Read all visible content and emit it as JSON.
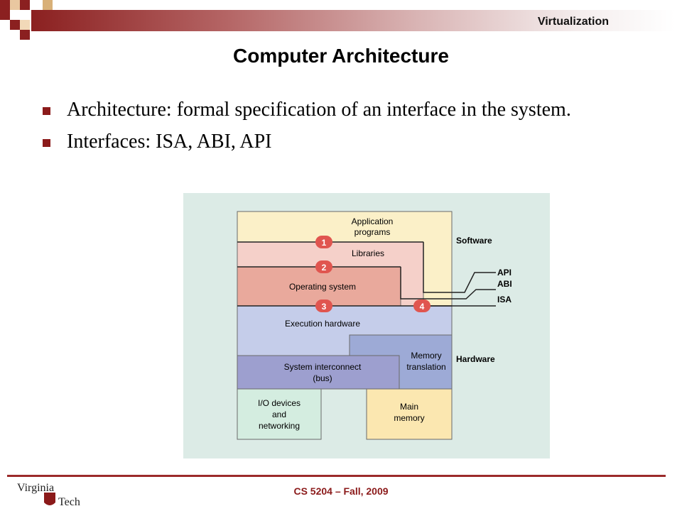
{
  "header": {
    "section_label": "Virtualization",
    "title": "Computer Architecture"
  },
  "bullets": [
    "Architecture: formal specification of an interface in the system.",
    "Interfaces: ISA, ABI, API"
  ],
  "diagram": {
    "layers": {
      "application": [
        "Application",
        "programs"
      ],
      "libraries": "Libraries",
      "operating_system": "Operating system",
      "execution": "Execution hardware",
      "memory_translation": [
        "Memory",
        "translation"
      ],
      "system_interconnect": [
        "System interconnect",
        "(bus)"
      ],
      "io": [
        "I/O devices",
        "and",
        "networking"
      ],
      "main_memory": [
        "Main",
        "memory"
      ]
    },
    "side_labels": {
      "software": "Software",
      "hardware": "Hardware"
    },
    "interfaces": [
      "API",
      "ABI",
      "ISA"
    ],
    "markers": [
      "1",
      "2",
      "3",
      "4"
    ]
  },
  "footer": {
    "course": "CS 5204 – Fall, 2009",
    "logo_text": [
      "Virginia",
      "Tech"
    ]
  },
  "colors": {
    "accent": "#8b1a1a",
    "application": "#fbf0c8",
    "libraries": "#f5d0c9",
    "operating_system": "#e9a99c",
    "execution": "#c5cdea",
    "memory_translation": "#9daad6",
    "system_interconnect": "#9d9fcf",
    "io": "#d4ede0",
    "main_memory": "#fbe7b0",
    "marker": "#e0554f",
    "figure_bg": "#dcebe6"
  }
}
